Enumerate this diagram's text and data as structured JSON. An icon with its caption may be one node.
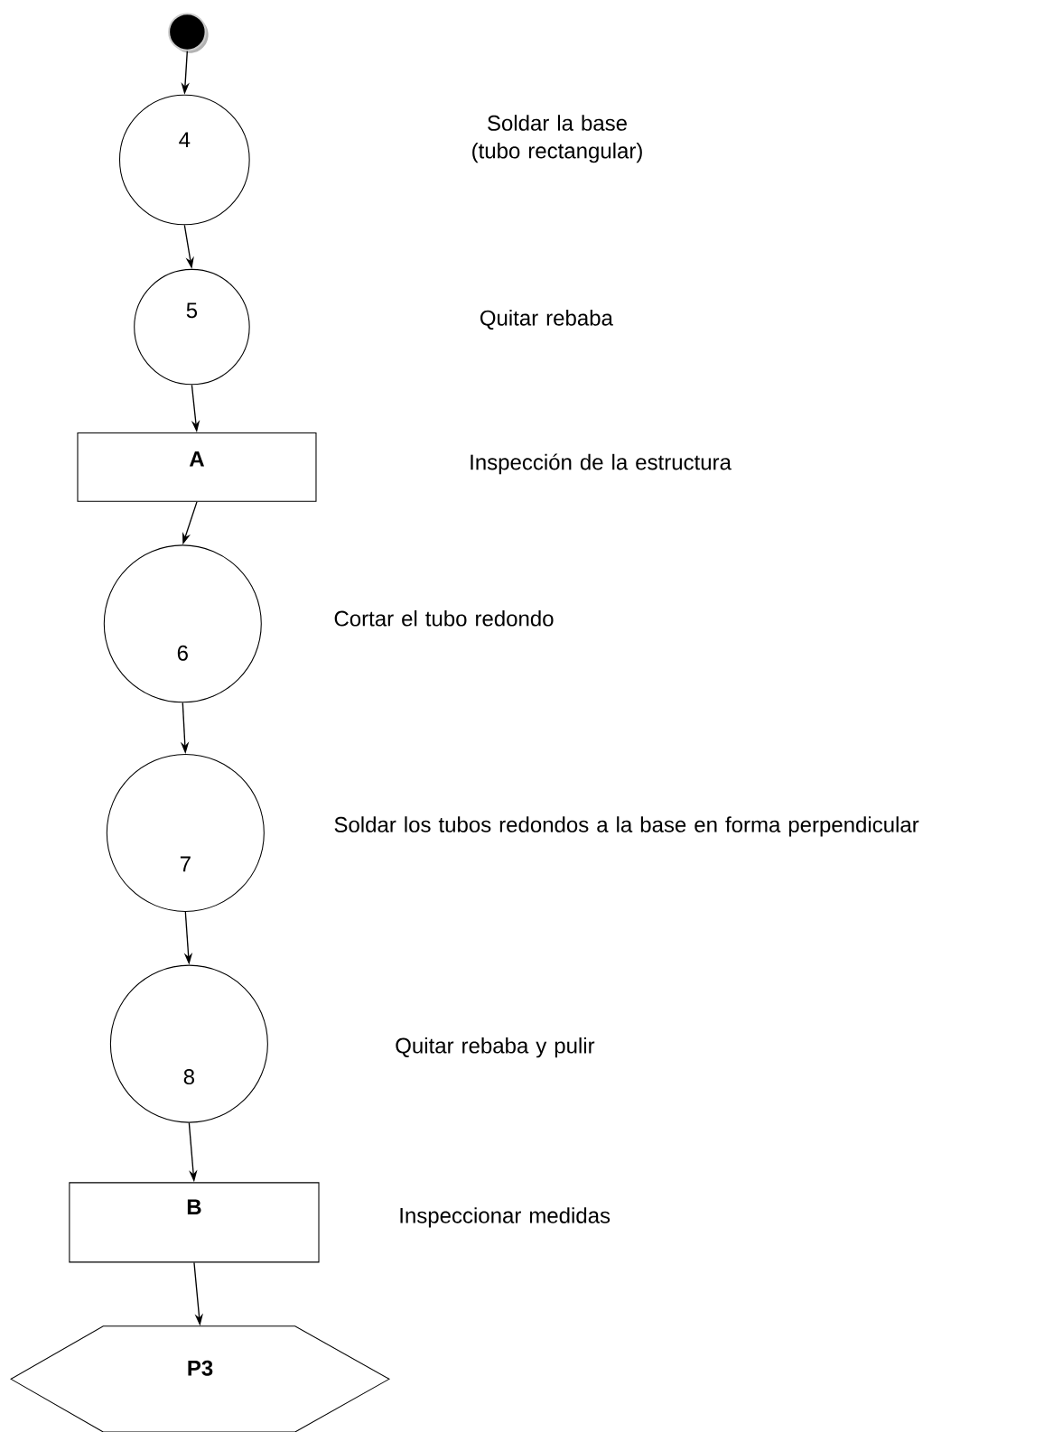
{
  "diagram": {
    "nodes": [
      {
        "text": [],
        "shape": "circle"
      },
      {
        "text": [
          "4"
        ]
      },
      {
        "text": [
          "5"
        ]
      },
      {
        "text": [
          "A"
        ]
      },
      {
        "text": [
          "6"
        ]
      },
      {
        "text": [
          "7"
        ]
      },
      {
        "text": [
          "8"
        ]
      },
      {
        "text": [
          "B"
        ]
      },
      {
        "text": [
          "P3"
        ]
      }
    ],
    "edges": [
      {
        "from": 0,
        "to": 1,
        "arrow": "to"
      },
      {
        "from": 1,
        "to": 2,
        "arrow": "to"
      },
      {
        "from": 2,
        "to": 3,
        "arrow": "to"
      },
      {
        "from": 3,
        "to": 4,
        "arrow": "to"
      },
      {
        "from": 4,
        "to": 5,
        "arrow": "to"
      },
      {
        "from": 5,
        "to": 6,
        "arrow": "to"
      },
      {
        "from": 6,
        "to": 7,
        "arrow": "to"
      },
      {
        "from": 7,
        "to": 8,
        "arrow": "to"
      }
    ],
    "labels": [
      "Soldar la base (tubo rectangular)",
      "Quitar rebaba",
      "Inspección de la estructura",
      "Cortar el tubo redondo",
      "Soldar los tubos redondos a la base en forma perpendicular",
      "Quitar rebaba y pulir",
      "Inspeccionar medidas"
    ]
  }
}
